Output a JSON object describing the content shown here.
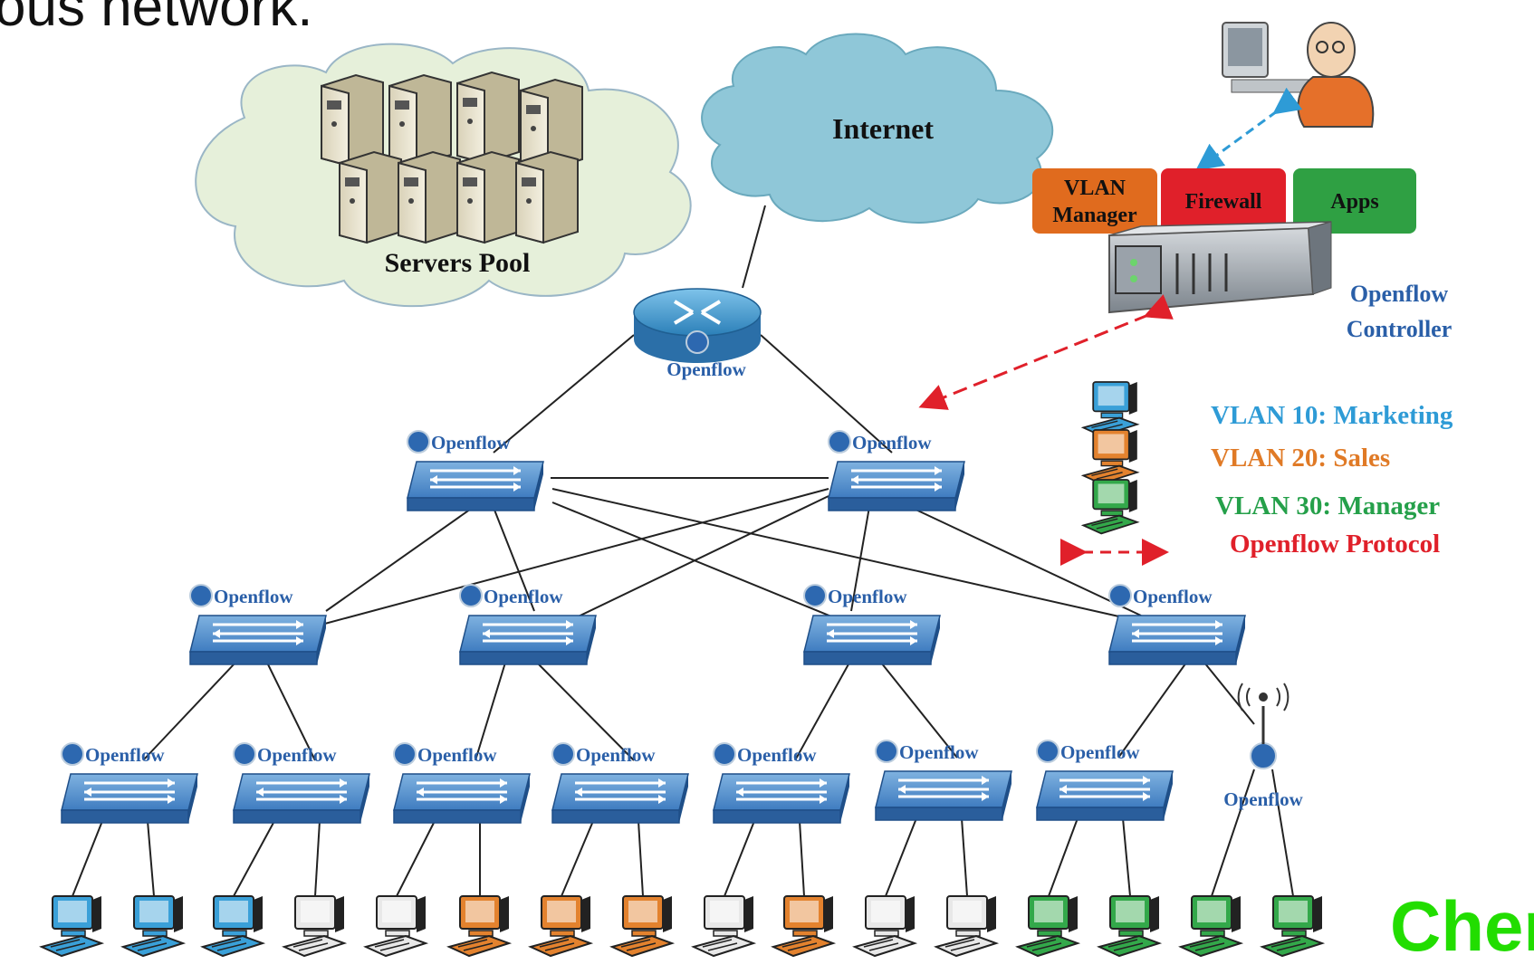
{
  "header_fragment": "ous network.",
  "clouds": {
    "servers_label": "Servers Pool",
    "internet_label": "Internet"
  },
  "router_label": "Openflow",
  "controller": {
    "modules": [
      "VLAN\nManager",
      "Firewall",
      "Apps"
    ],
    "module_colors": [
      "#e06b1e",
      "#e0202a",
      "#2fa043"
    ],
    "label_lines": [
      "Openflow",
      "Controller"
    ]
  },
  "switch_label": "Openflow",
  "ap_label": "Openflow",
  "legend": {
    "items": [
      {
        "label": "VLAN 10: Marketing",
        "color": "#2e9bd6"
      },
      {
        "label": "VLAN 20: Sales",
        "color": "#e07a26"
      },
      {
        "label": "VLAN 30: Manager",
        "color": "#25a04a"
      }
    ],
    "protocol_label": "Openflow Protocol",
    "protocol_color": "#e0202a"
  },
  "pc_colors": [
    "blue",
    "blue",
    "blue",
    "white",
    "white",
    "orange",
    "orange",
    "orange",
    "white",
    "orange",
    "white",
    "white",
    "green",
    "green",
    "green",
    "green"
  ],
  "palette": {
    "blue": "#3aa0d8",
    "orange": "#e3822e",
    "green": "#33a84a",
    "white": "#e8e8e8"
  },
  "corner_fragment": "Cher"
}
